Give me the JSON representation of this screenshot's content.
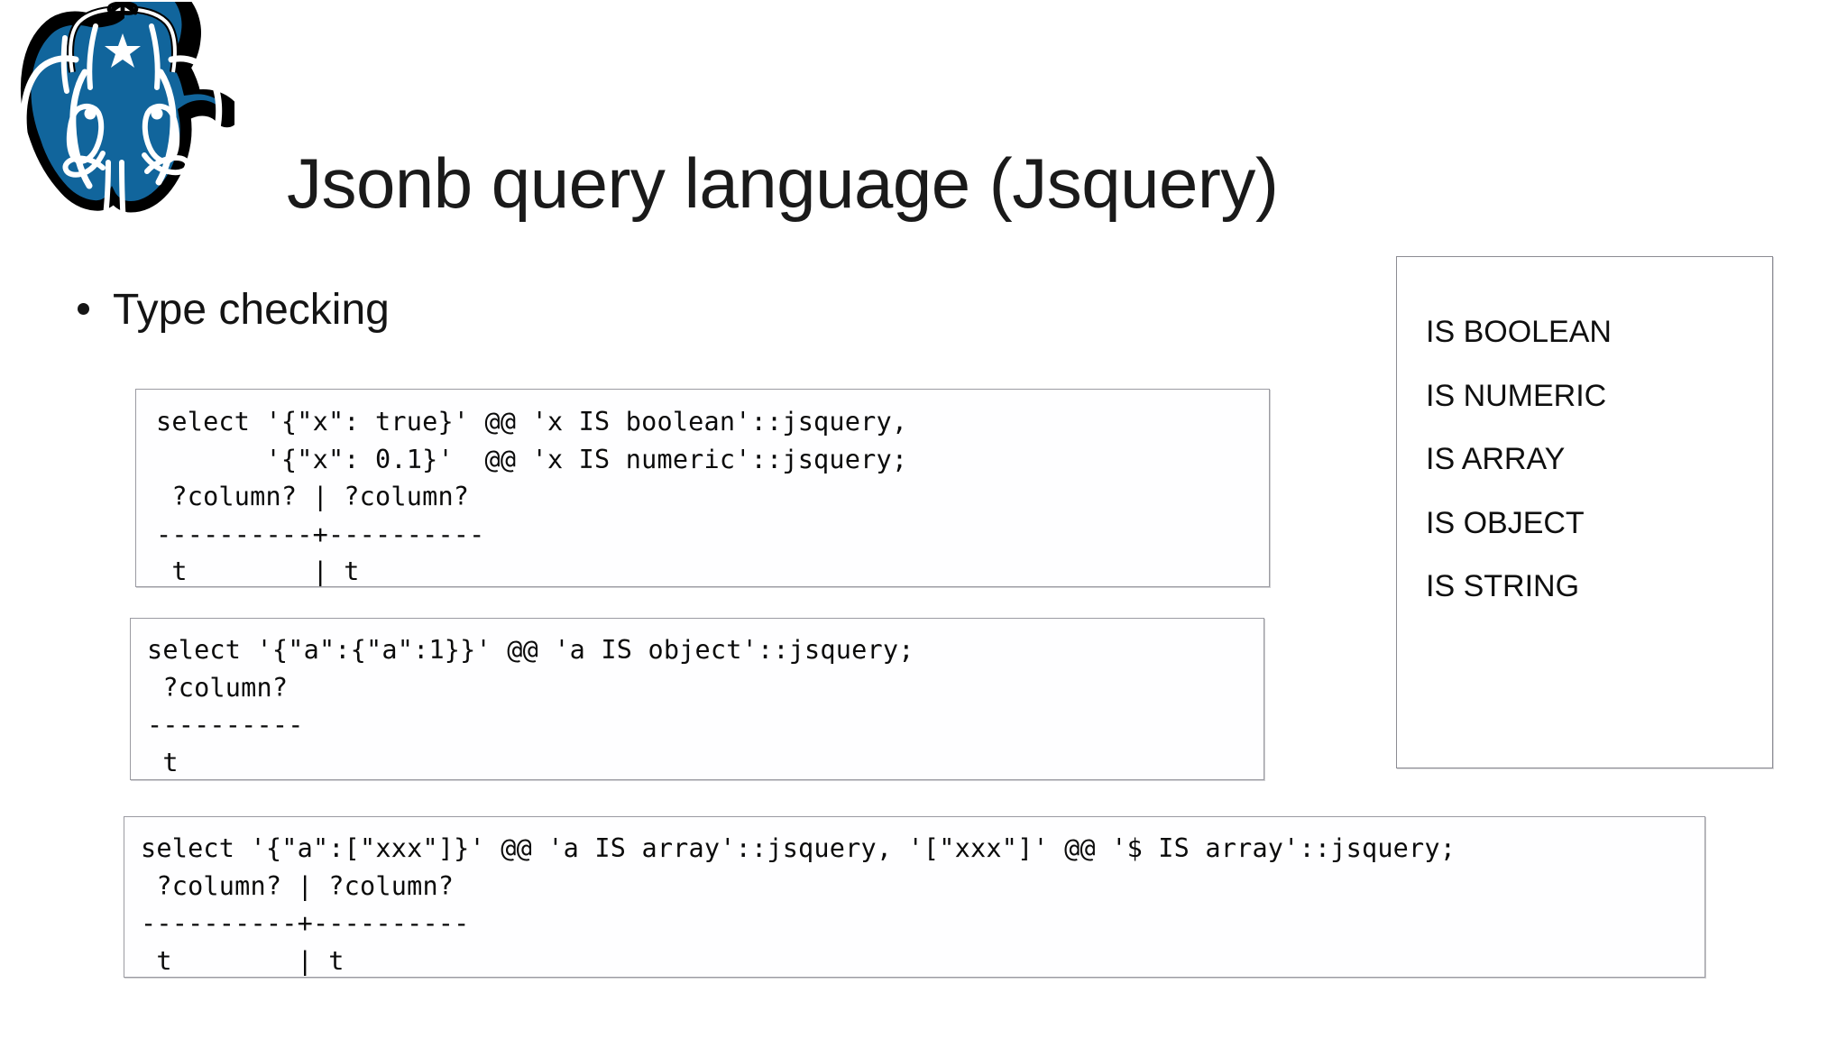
{
  "slide": {
    "title": "Jsonb query language (Jsquery)",
    "background_color": "#ffffff",
    "logo_name": "postgresql-elephant-logo",
    "logo_colors": {
      "body": "#11659c",
      "outline": "#1a1a1a",
      "highlight": "#ffffff"
    }
  },
  "bullets": [
    {
      "label": "Type checking"
    }
  ],
  "code_blocks": [
    {
      "id": "code-block-1",
      "name": "sql-example-boolean-numeric",
      "text": "select '{\"x\": true}' @@ 'x IS boolean'::jsquery,\n       '{\"x\": 0.1}'  @@ 'x IS numeric'::jsquery;\n ?column? | ?column?\n----------+----------\n t        | t"
    },
    {
      "id": "code-block-2",
      "name": "sql-example-object",
      "text": "select '{\"a\":{\"a\":1}}' @@ 'a IS object'::jsquery;\n ?column?\n----------\n t"
    },
    {
      "id": "code-block-3",
      "name": "sql-example-array",
      "text": "select '{\"a\":[\"xxx\"]}' @@ 'a IS array'::jsquery, '[\"xxx\"]' @@ '$ IS array'::jsquery;\n ?column? | ?column?\n----------+----------\n t        | t"
    }
  ],
  "type_panel": {
    "name": "type-predicates-panel",
    "items": [
      {
        "label": "IS BOOLEAN"
      },
      {
        "label": "IS NUMERIC"
      },
      {
        "label": "IS ARRAY"
      },
      {
        "label": "IS OBJECT"
      },
      {
        "label": "IS STRING"
      }
    ]
  }
}
